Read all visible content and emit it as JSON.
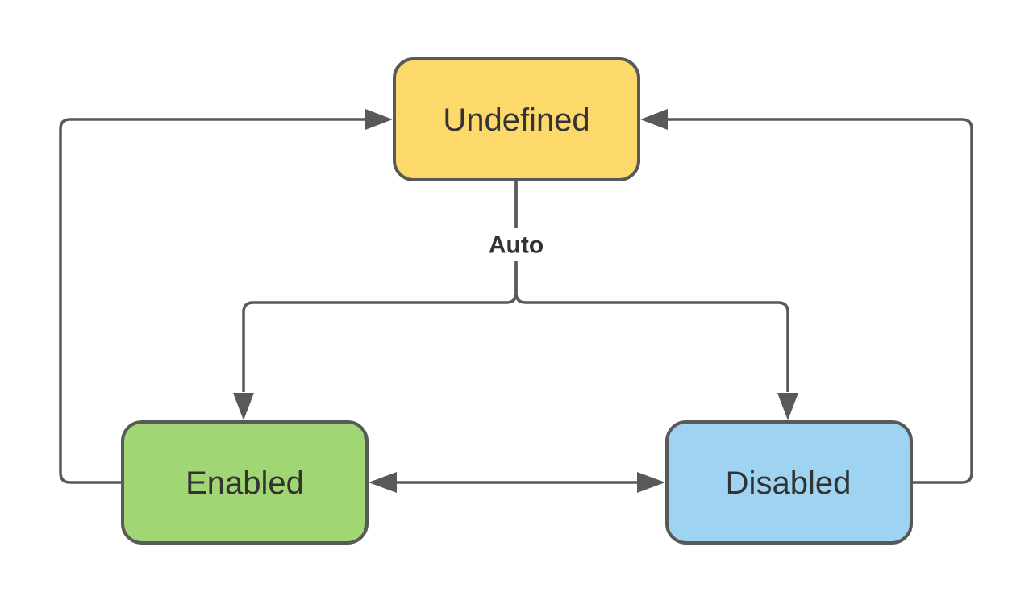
{
  "diagram": {
    "background_color": "#ffffff",
    "stroke_color": "#595959",
    "text_color": "#333333",
    "label_background": "#ffffff",
    "nodes": [
      {
        "id": "undefined",
        "label": "Undefined",
        "fill": "#FDD96B"
      },
      {
        "id": "enabled",
        "label": "Enabled",
        "fill": "#A0D673"
      },
      {
        "id": "disabled",
        "label": "Disabled",
        "fill": "#9ED3F2"
      }
    ],
    "edges": [
      {
        "from": "undefined",
        "to": "enabled",
        "label": "Auto"
      },
      {
        "from": "undefined",
        "to": "disabled",
        "label": "Auto"
      },
      {
        "from": "enabled",
        "to": "undefined",
        "label": ""
      },
      {
        "from": "disabled",
        "to": "undefined",
        "label": ""
      },
      {
        "from": "enabled",
        "to": "disabled",
        "label": "",
        "bidirectional": true
      }
    ],
    "edge_label_auto": "Auto"
  }
}
